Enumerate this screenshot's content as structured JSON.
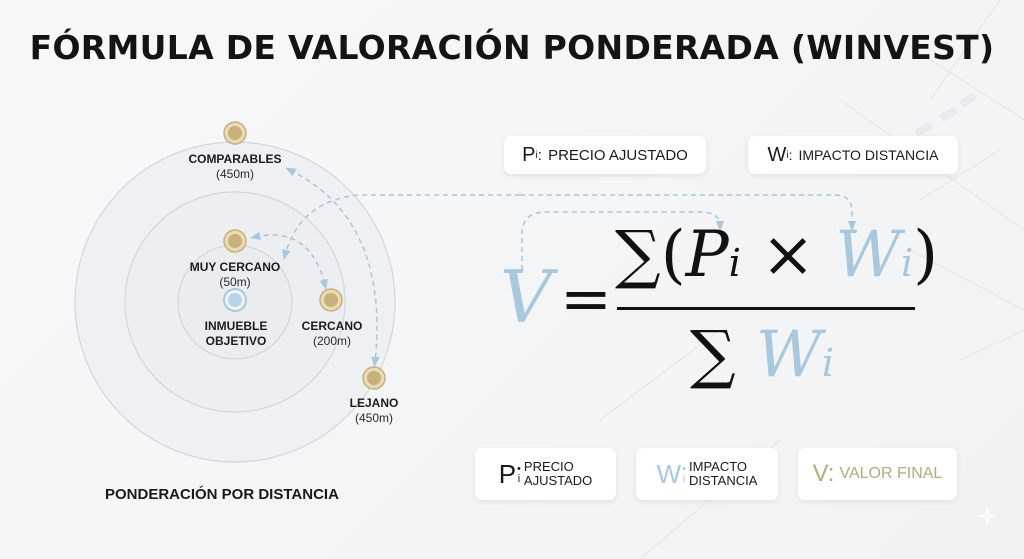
{
  "title": "FÓRMULA DE VALORACIÓN PONDERADA (WINVEST)",
  "colors": {
    "gold": "#c8b07a",
    "gold_ring": "#e9dcb5",
    "blue": "#a8c8de",
    "dark": "#141414",
    "chip_bg": "#ffffff",
    "ring_stroke": "#d4d6da"
  },
  "diagram": {
    "caption": "PONDERACIÓN POR DISTANCIA",
    "nodes": [
      {
        "id": "comparables",
        "name": "COMPARABLES",
        "distance": "(450m)",
        "type": "gold"
      },
      {
        "id": "muy-cercano",
        "name": "MUY CERCANO",
        "distance": "(50m)",
        "type": "gold"
      },
      {
        "id": "inmueble",
        "name": "INMUEBLE",
        "name2": "OBJETIVO",
        "type": "blue"
      },
      {
        "id": "cercano",
        "name": "CERCANO",
        "distance": "(200m)",
        "type": "gold"
      },
      {
        "id": "lejano",
        "name": "LEJANO",
        "distance": "(450m)",
        "type": "gold"
      }
    ]
  },
  "legend_top": [
    {
      "symbol": "P",
      "sub": "i",
      "label": "PRECIO AJUSTADO"
    },
    {
      "symbol": "W",
      "sub": "i",
      "label": "IMPACTO DISTANCIA"
    }
  ],
  "formula": {
    "lhs": "V",
    "equals": "=",
    "numerator_sum": "∑",
    "numerator_open": "(",
    "numerator_p": "P",
    "numerator_p_sub": "i",
    "numerator_times": "×",
    "numerator_w": "W",
    "numerator_w_sub": "i",
    "numerator_close": ")",
    "denominator_sum": "∑",
    "denominator_w": "W",
    "denominator_w_sub": "i"
  },
  "legend_bottom": [
    {
      "symbol": "P",
      "sub": "i",
      "line1": "PRECIO",
      "line2": "AJUSTADO"
    },
    {
      "symbol": "W",
      "sub": "i",
      "line1": "IMPACTO",
      "line2": "DISTANCIA"
    },
    {
      "symbol": "V:",
      "label": "VALOR FINAL"
    }
  ]
}
